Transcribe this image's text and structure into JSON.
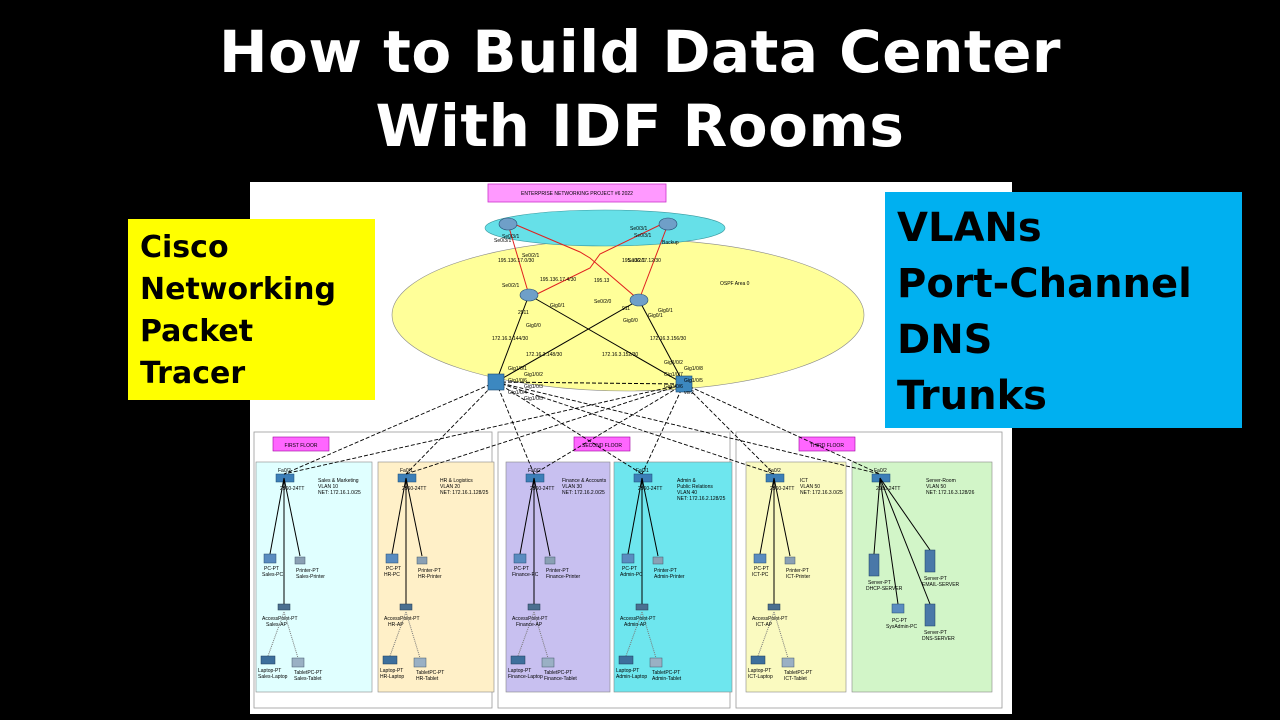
{
  "title": {
    "line1": "How to Build Data Center",
    "line2": "With IDF Rooms"
  },
  "left_callout": {
    "lines": [
      "Cisco",
      "Networking",
      "Packet",
      "Tracer"
    ],
    "bg_color": "#ffff00"
  },
  "right_callout": {
    "lines": [
      "VLANs",
      "Port-Channel",
      "DNS",
      "Trunks"
    ],
    "bg_color": "#00b0f0"
  },
  "diagram": {
    "project_label": "ENTERPRISE NETWORKING PROJECT #6 2022",
    "ospf_label": "OSPF Area 0",
    "wan_links": [
      "195.136.17.0/30",
      "195.136.17.4/30",
      "195.13",
      "195.136.17.12/30"
    ],
    "edge_ports": [
      "Se0/3/1",
      "Se0/3/1",
      "Se0/2/1",
      "Se0/2/0",
      "Se0/2/1",
      "Se0/2/1"
    ],
    "edge_labels": [
      "Se0/3/1",
      "Se0/3/1",
      "Backup"
    ],
    "router_ports": [
      "Gig0/1",
      "Gig0/0",
      "Gig0/0",
      "Gig0/1",
      "Gig0/1"
    ],
    "router_labels": [
      "2911",
      "911"
    ],
    "core_links": [
      "172.16.3.144/30",
      "172.16.3.148/30",
      "172.16.3.152/30",
      "172.16.3.156/30"
    ],
    "multilayer_ports_left": [
      "Gig1/0/1",
      "Gig1/0/2",
      "Gig1/0/6",
      "Gig1/0/3",
      "Gig1/0/4",
      "Gig1/0/5"
    ],
    "multilayer_ports_right": [
      "Gig1/0/2",
      "Gig1/0/8",
      "Gig1/0/7",
      "Gig1/0/5",
      "Gig1/0/6",
      "ver2"
    ],
    "floors": [
      {
        "name": "FIRST FLOOR",
        "rooms": [
          {
            "color": "#e0ffff",
            "uplink": "Fa0/2",
            "switch": "2960-24TT",
            "info": [
              "Sales & Marketing",
              "VLAN 10",
              "NET: 172.16.1.0/25"
            ],
            "pc": [
              "PC-PT",
              "Sales-PC"
            ],
            "printer": [
              "Printer-PT",
              "Sales-Printer"
            ],
            "ap": [
              "AccessPoint-PT",
              "Sales-AP"
            ],
            "laptop": [
              "Laptop-PT",
              "Sales-Laptop"
            ],
            "tablet": [
              "TabletPC-PT",
              "Sales-Tablet"
            ]
          },
          {
            "color": "#fff0c8",
            "uplink": "Fa0/1",
            "switch": "2960-24TT",
            "info": [
              "HR & Logistics",
              "VLAN 20",
              "NET: 172.16.1.128/25"
            ],
            "pc": [
              "PC-PT",
              "HR-PC"
            ],
            "printer": [
              "Printer-PT",
              "HR-Printer"
            ],
            "ap": [
              "AccessPoint-PT",
              "HR-AP"
            ],
            "laptop": [
              "Laptop-PT",
              "HR-Laptop"
            ],
            "tablet": [
              "TabletPC-PT",
              "HR-Tablet"
            ]
          }
        ]
      },
      {
        "name": "SECOND FLOOR",
        "rooms": [
          {
            "color": "#c8c0f0",
            "uplink": "Fa0/2",
            "switch": "2960-24TT",
            "info": [
              "Finance & Accounts",
              "VLAN 30",
              "NET: 172.16.2.0/25"
            ],
            "pc": [
              "PC-PT",
              "Finance-PC"
            ],
            "printer": [
              "Printer-PT",
              "Finance-Printer"
            ],
            "ap": [
              "AccessPoint-PT",
              "Finance-AP"
            ],
            "laptop": [
              "Laptop-PT",
              "Finance-Laptop"
            ],
            "tablet": [
              "TabletPC-PT",
              "Finance-Tablet"
            ]
          },
          {
            "color": "#6ee6ee",
            "uplink": "Fa0/1",
            "switch": "2960-24TT",
            "info": [
              "Admin  &",
              "Public Relations",
              "VLAN 40",
              "NET: 172.16.2.128/25"
            ],
            "pc": [
              "PC-PT",
              "Admin-PC"
            ],
            "printer": [
              "Printer-PT",
              "Admin-Printer"
            ],
            "ap": [
              "AccessPoint-PT",
              "Admin-AP"
            ],
            "laptop": [
              "Laptop-PT",
              "Admin-Laptop"
            ],
            "tablet": [
              "TabletPC-PT",
              "Admin-Tablet"
            ]
          }
        ]
      },
      {
        "name": "THIRD FLOOR",
        "rooms": [
          {
            "color": "#fafac0",
            "uplink": "Fa0/2",
            "switch": "2960-24TT",
            "info": [
              "ICT",
              "VLAN 50",
              "NET: 172.16.3.0/25"
            ],
            "pc": [
              "PC-PT",
              "ICT-PC"
            ],
            "printer": [
              "Printer-PT",
              "ICT-Printer"
            ],
            "ap": [
              "AccessPoint-PT",
              "ICT-AP"
            ],
            "laptop": [
              "Laptop-PT",
              "ICT-Laptop"
            ],
            "tablet": [
              "TabletPC-PT",
              "ICT-Tablet"
            ]
          },
          {
            "color": "#d2f5c8",
            "uplink": "Fa0/2",
            "switch": "2960-24TT",
            "info": [
              "Server-Room",
              "VLAN 50",
              "NET: 172.16.3.128/26"
            ],
            "servers": [
              [
                "Server-PT",
                "DHCP-SERVER"
              ],
              [
                "Server-PT",
                "EMAIL-SERVER"
              ],
              [
                "Server-PT",
                "DNS-SERVER"
              ]
            ],
            "pc": [
              "PC-PT",
              "SysAdmin-PC"
            ]
          }
        ]
      }
    ],
    "colors": {
      "cloud_fill": "#ffff99",
      "edge_ellipse": "#66e0e8",
      "wan_link": "#e02020",
      "trunk": "#000000",
      "floor_tag": "#ff66ff"
    }
  }
}
